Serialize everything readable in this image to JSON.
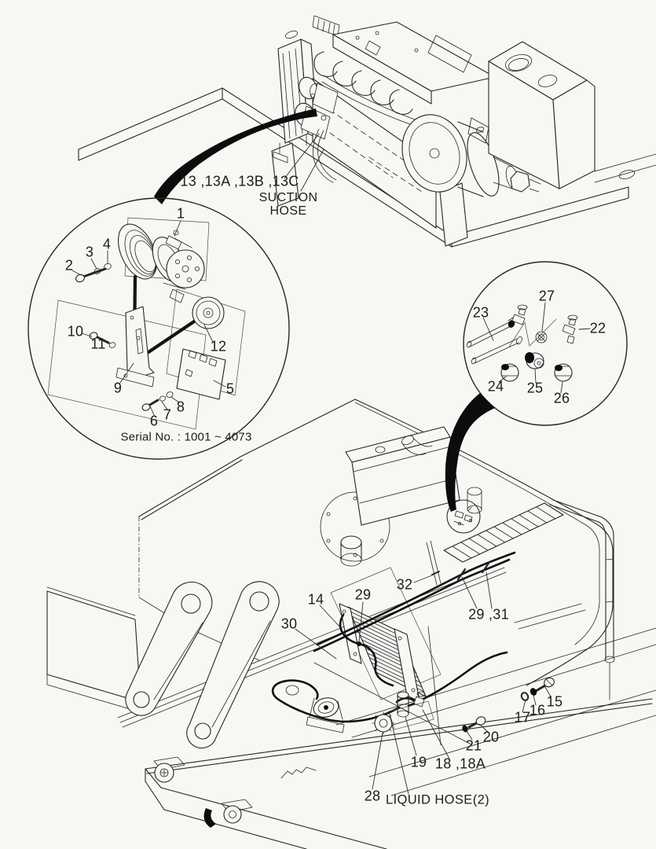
{
  "page": {
    "background": "#f7f7f4",
    "ink": "#262626",
    "type": "exploded-parts-diagram"
  },
  "callouts": {
    "n1": "1",
    "n2": "2",
    "n3": "3",
    "n4": "4",
    "n5": "5",
    "n6": "6",
    "n7": "7",
    "n8": "8",
    "n9": "9",
    "n10": "10",
    "n11": "11",
    "n12": "12",
    "n13_group": "13 ,13A ,13B ,13C",
    "n14": "14",
    "n15": "15",
    "n16": "16",
    "n17": "17",
    "n18_group": "18 ,18A",
    "n19": "19",
    "n20": "20",
    "n21": "21",
    "n22": "22",
    "n23": "23",
    "n24": "24",
    "n25": "25",
    "n26": "26",
    "n27": "27",
    "n28": "28",
    "n29": "29",
    "n29_31_group": "29 ,31",
    "n30": "30",
    "n32": "32"
  },
  "annotations": {
    "suction_line1": "SUCTION",
    "suction_line2": "HOSE",
    "serial_note": "Serial No. : 1001 ~ 4073",
    "liquid_hose": "LIQUID HOSE(2)"
  }
}
